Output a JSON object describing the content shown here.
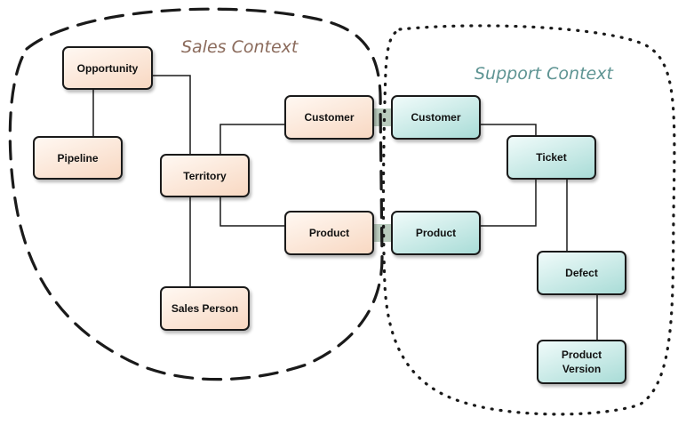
{
  "colors": {
    "sales_title": "#8b6b5c",
    "support_title": "#5e9493",
    "sales_fill_light": "#fff8f2",
    "sales_fill_dark": "#f8d8c2",
    "support_fill_light": "#f0fbfa",
    "support_fill_dark": "#a9dcd7",
    "line": "#1a1a1a",
    "link_highlight": "#b9cbbd"
  },
  "contexts": {
    "sales": {
      "title": "Sales Context",
      "border_style": "long-dash"
    },
    "support": {
      "title": "Support Context",
      "border_style": "dotted"
    }
  },
  "nodes": {
    "opportunity": {
      "label": "Opportunity",
      "context": "sales"
    },
    "pipeline": {
      "label": "Pipeline",
      "context": "sales"
    },
    "territory": {
      "label": "Territory",
      "context": "sales"
    },
    "sales_person": {
      "label": "Sales Person",
      "context": "sales"
    },
    "sales_customer": {
      "label": "Customer",
      "context": "sales"
    },
    "sales_product": {
      "label": "Product",
      "context": "sales"
    },
    "support_customer": {
      "label": "Customer",
      "context": "support"
    },
    "support_product": {
      "label": "Product",
      "context": "support"
    },
    "ticket": {
      "label": "Ticket",
      "context": "support"
    },
    "defect": {
      "label": "Defect",
      "context": "support"
    },
    "product_version": {
      "label": "Product\nVersion",
      "context": "support"
    }
  },
  "edges": [
    {
      "from": "opportunity",
      "to": "pipeline"
    },
    {
      "from": "opportunity",
      "to": "territory"
    },
    {
      "from": "territory",
      "to": "sales_person"
    },
    {
      "from": "territory",
      "to": "sales_customer"
    },
    {
      "from": "territory",
      "to": "sales_product"
    },
    {
      "from": "support_customer",
      "to": "ticket"
    },
    {
      "from": "support_product",
      "to": "ticket"
    },
    {
      "from": "ticket",
      "to": "defect"
    },
    {
      "from": "defect",
      "to": "product_version"
    },
    {
      "from": "sales_customer",
      "to": "support_customer",
      "kind": "shared"
    },
    {
      "from": "sales_product",
      "to": "support_product",
      "kind": "shared"
    }
  ]
}
